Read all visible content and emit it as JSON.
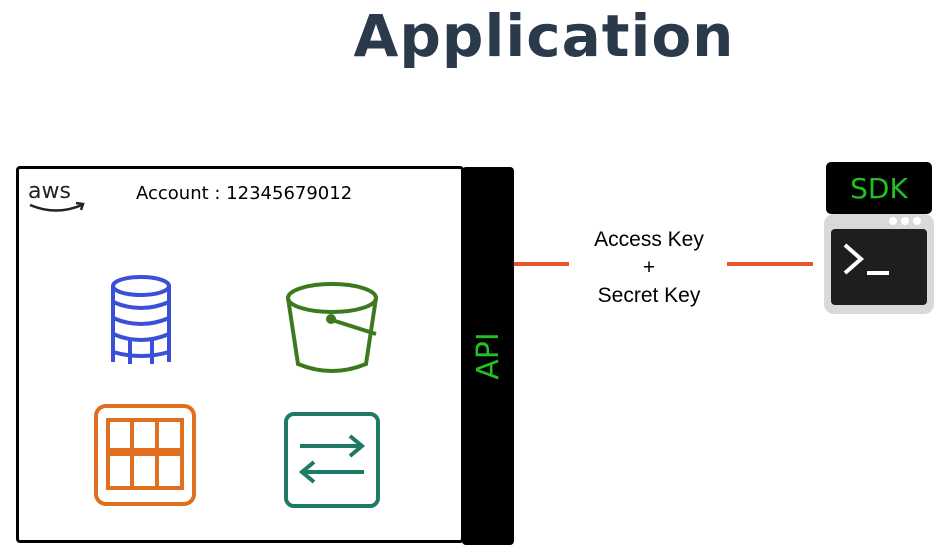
{
  "title": "Application",
  "account": {
    "label": "Account : 12345679012"
  },
  "api": {
    "label": "API"
  },
  "credentials": {
    "line1": "Access Key",
    "line2": "+",
    "line3": "Secret Key"
  },
  "sdk": {
    "label": "SDK"
  },
  "icons": [
    "aws-logo-icon",
    "database-icon",
    "s3-bucket-icon",
    "table-grid-icon",
    "transfer-arrows-icon",
    "terminal-icon"
  ],
  "colors": {
    "api_text": "#22c022",
    "connector": "#e8552a",
    "database": "#3b4fd8",
    "bucket": "#3d7a1e",
    "grid": "#e07020",
    "transfer": "#1e7a64",
    "title": "#2b3a4a"
  }
}
